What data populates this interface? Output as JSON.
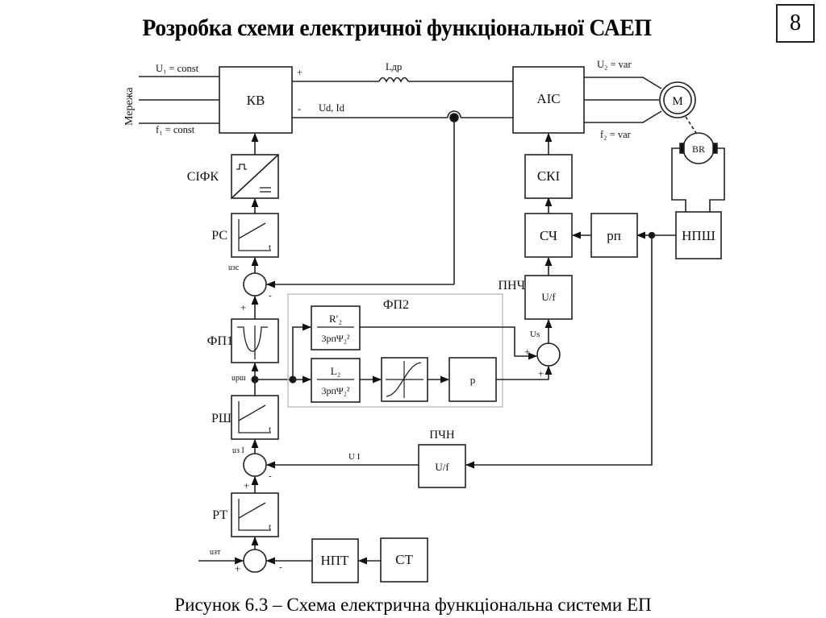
{
  "header": {
    "title": "Розробка схеми електричної функціональної САЕП",
    "page_number": "8"
  },
  "caption": "Рисунок 6.3 – Схема електрична функціональна системи ЕП",
  "diagram": {
    "power": {
      "network_label": "Мережа",
      "u1": "U₁ = const",
      "f1": "f₁ = const",
      "plus": "+",
      "minus": "-",
      "dc_label": "Ud, Id",
      "choke_label": "Lдр",
      "u2": "U₂ = var",
      "f2": "f₂ = var"
    },
    "blocks": {
      "kv": "КВ",
      "aic": "АІС",
      "motor": "M",
      "tacho": "BR",
      "sifk": "СІФК",
      "rs": "РС",
      "fp1": "ФП1",
      "rsh": "РШ",
      "rt": "РТ",
      "npt": "НПТ",
      "st": "СТ",
      "ski": "СКІ",
      "sch": "СЧ",
      "pp": "pп",
      "npsh": "НПШ",
      "pnch": "ПНЧ",
      "pnch_inner": "U/f",
      "pchn": "ПЧН",
      "pchn_inner": "U/f",
      "fp2": "ФП2",
      "fp2_r_num": "R′₂",
      "fp2_r_den": "3pпΨ₂²",
      "fp2_l_num": "L₂",
      "fp2_l_den": "3pпΨ₂²",
      "p_block": "p",
      "t_axis": "t"
    },
    "signals": {
      "u_zs": "uзс",
      "u_rsh": "uрш",
      "u_z1": "uз I",
      "u_zt": "uзт",
      "u_1": "U I",
      "u_s": "Us",
      "plus": "+",
      "minus": "-"
    }
  }
}
